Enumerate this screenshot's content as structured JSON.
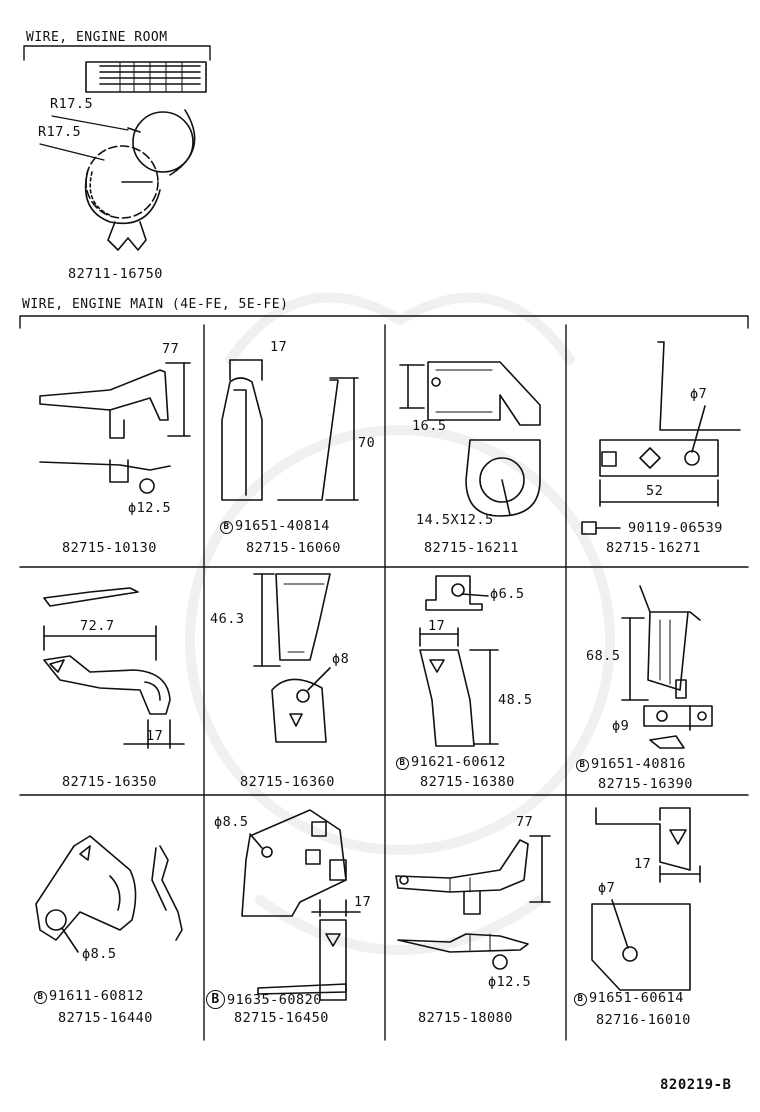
{
  "sections": {
    "engine_room": "WIRE, ENGINE ROOM",
    "engine_main": "WIRE, ENGINE MAIN (4E-FE, 5E-FE)"
  },
  "engine_room": {
    "radius_1": "R17.5",
    "radius_2": "R17.5",
    "part": "82711-16750"
  },
  "cells": [
    {
      "part": "82715-10130",
      "dims": [
        "77",
        "ϕ12.5"
      ]
    },
    {
      "part": "82715-16060",
      "bolt": "91651-40814",
      "dims": [
        "17",
        "70"
      ]
    },
    {
      "part": "82715-16211",
      "dims": [
        "16.5",
        "14.5X12.5"
      ]
    },
    {
      "part": "82715-16271",
      "screw": "90119-06539",
      "dims": [
        "ϕ7",
        "52"
      ]
    },
    {
      "part": "82715-16350",
      "dims": [
        "72.7",
        "17"
      ]
    },
    {
      "part": "82715-16360",
      "dims": [
        "46.3",
        "ϕ8"
      ]
    },
    {
      "part": "82715-16380",
      "bolt": "91621-60612",
      "dims": [
        "17",
        "ϕ6.5",
        "48.5"
      ]
    },
    {
      "part": "82715-16390",
      "bolt": "91651-40816",
      "dims": [
        "68.5",
        "ϕ9"
      ]
    },
    {
      "part": "82715-16440",
      "bolt": "91611-60812",
      "dims": [
        "ϕ8.5"
      ]
    },
    {
      "part": "82715-16450",
      "bolt": "91635-60820",
      "dims": [
        "ϕ8.5",
        "17"
      ]
    },
    {
      "part": "82715-18080",
      "dims": [
        "77",
        "ϕ12.5"
      ]
    },
    {
      "part": "82716-16010",
      "bolt": "91651-60614",
      "dims": [
        "17",
        "ϕ7"
      ]
    }
  ],
  "bolt_marker": "B",
  "ref": "820219-B"
}
